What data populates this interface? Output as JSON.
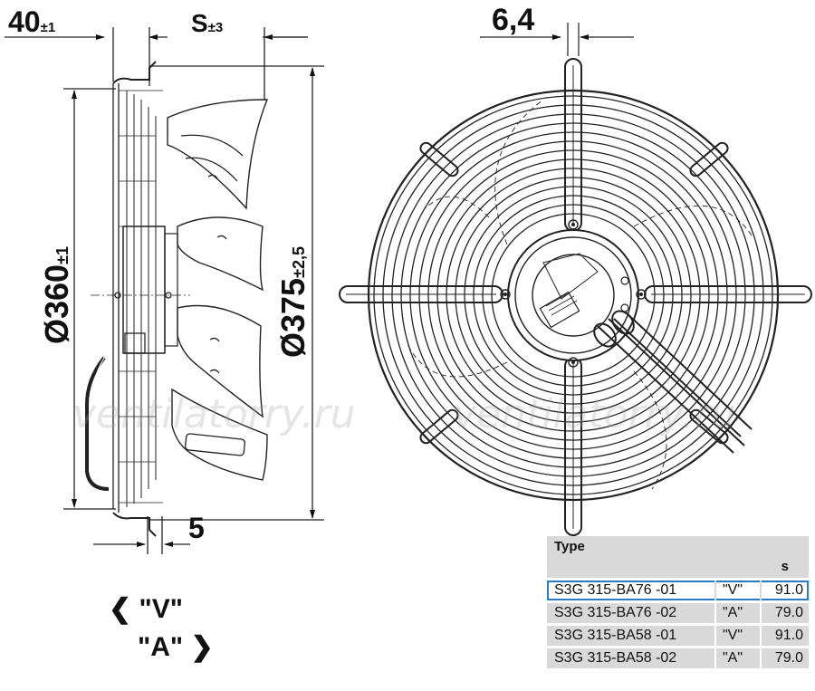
{
  "dimensions": {
    "width_40": "40",
    "width_40_tol": "±1",
    "s": "S",
    "s_tol": "±3",
    "grill_6_4": "6,4",
    "dia_360": "Ø360",
    "dia_360_tol": "±1",
    "dia_375": "Ø375",
    "dia_375_tol": "±2,5",
    "dim_5": "5"
  },
  "direction_labels": {
    "v": "\"V\"",
    "a": "\"A\""
  },
  "watermark": {
    "left": "ventilatorry.ru",
    "right": "ventilatorry.ru"
  },
  "table": {
    "header_type": "Type",
    "header_s": "s",
    "rows": [
      {
        "type": "S3G 315-BA76 -01",
        "dir": "\"V\"",
        "s": "91.0",
        "selected": true
      },
      {
        "type": "S3G 315-BA76 -02",
        "dir": "\"A\"",
        "s": "79.0",
        "selected": false
      },
      {
        "type": "S3G 315-BA58 -01",
        "dir": "\"V\"",
        "s": "91.0",
        "selected": false
      },
      {
        "type": "S3G 315-BA58 -02",
        "dir": "\"A\"",
        "s": "79.0",
        "selected": false
      }
    ]
  },
  "colors": {
    "line": "#222222",
    "table_bg": "#d9d9d9",
    "highlight": "#2b7ac2"
  }
}
